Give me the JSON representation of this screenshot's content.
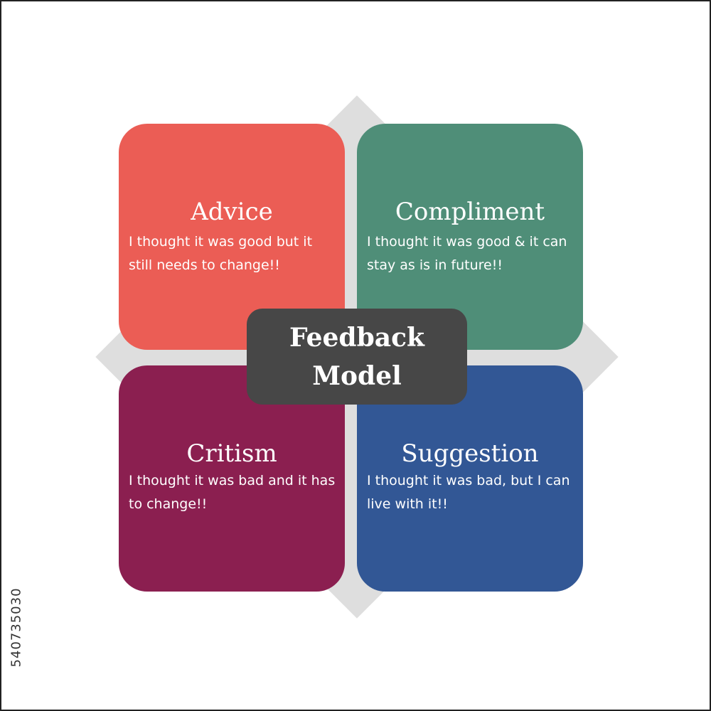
{
  "diagram": {
    "center_title": "Feedback Model",
    "quadrants": [
      {
        "key": "advice",
        "title": "Advice",
        "text": "I thought it was good but it still needs to change!!",
        "color": "#EB5D55"
      },
      {
        "key": "compliment",
        "title": "Compliment",
        "text": "I thought it was good & it can stay as is in future!!",
        "color": "#4F8E78"
      },
      {
        "key": "critism",
        "title": "Critism",
        "text": "I thought it was bad and it has to change!!",
        "color": "#8B1F50"
      },
      {
        "key": "suggestion",
        "title": "Suggestion",
        "text": "I thought it was bad, but I can live with it!!",
        "color": "#325795"
      }
    ],
    "colors": {
      "diamond": "#DEDEDE",
      "center_box": "#474747",
      "border": "#222222"
    }
  },
  "side_id": "540735030"
}
